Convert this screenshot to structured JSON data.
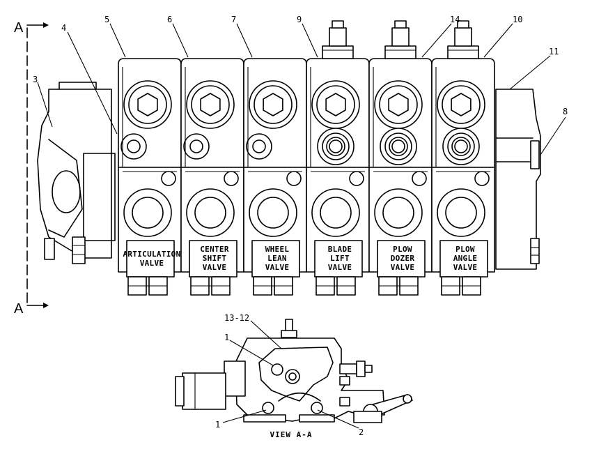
{
  "section_marker": {
    "top": "A",
    "bottom": "A"
  },
  "callouts": {
    "c3": "3",
    "c4": "4",
    "c5": "5",
    "c6": "6",
    "c7": "7",
    "c9": "9",
    "c14": "14",
    "c10": "10",
    "c11": "11",
    "c8": "8",
    "c13_12": "13-12",
    "c1_upper": "1",
    "c1_lower": "1",
    "c2": "2"
  },
  "valves": [
    {
      "name": "articulation-valve",
      "line1": "ARTICULATION",
      "line2": "VALVE",
      "line3": ""
    },
    {
      "name": "center-shift-valve",
      "line1": "CENTER",
      "line2": "SHIFT",
      "line3": "VALVE"
    },
    {
      "name": "wheel-lean-valve",
      "line1": "WHEEL",
      "line2": "LEAN",
      "line3": "VALVE"
    },
    {
      "name": "blade-lift-valve",
      "line1": "BLADE",
      "line2": "LIFT",
      "line3": "VALVE"
    },
    {
      "name": "plow-dozer-valve",
      "line1": "PLOW",
      "line2": "DOZER",
      "line3": "VALVE"
    },
    {
      "name": "plow-angle-valve",
      "line1": "PLOW",
      "line2": "ANGLE",
      "line3": "VALVE"
    }
  ],
  "view_label": "VIEW A-A"
}
